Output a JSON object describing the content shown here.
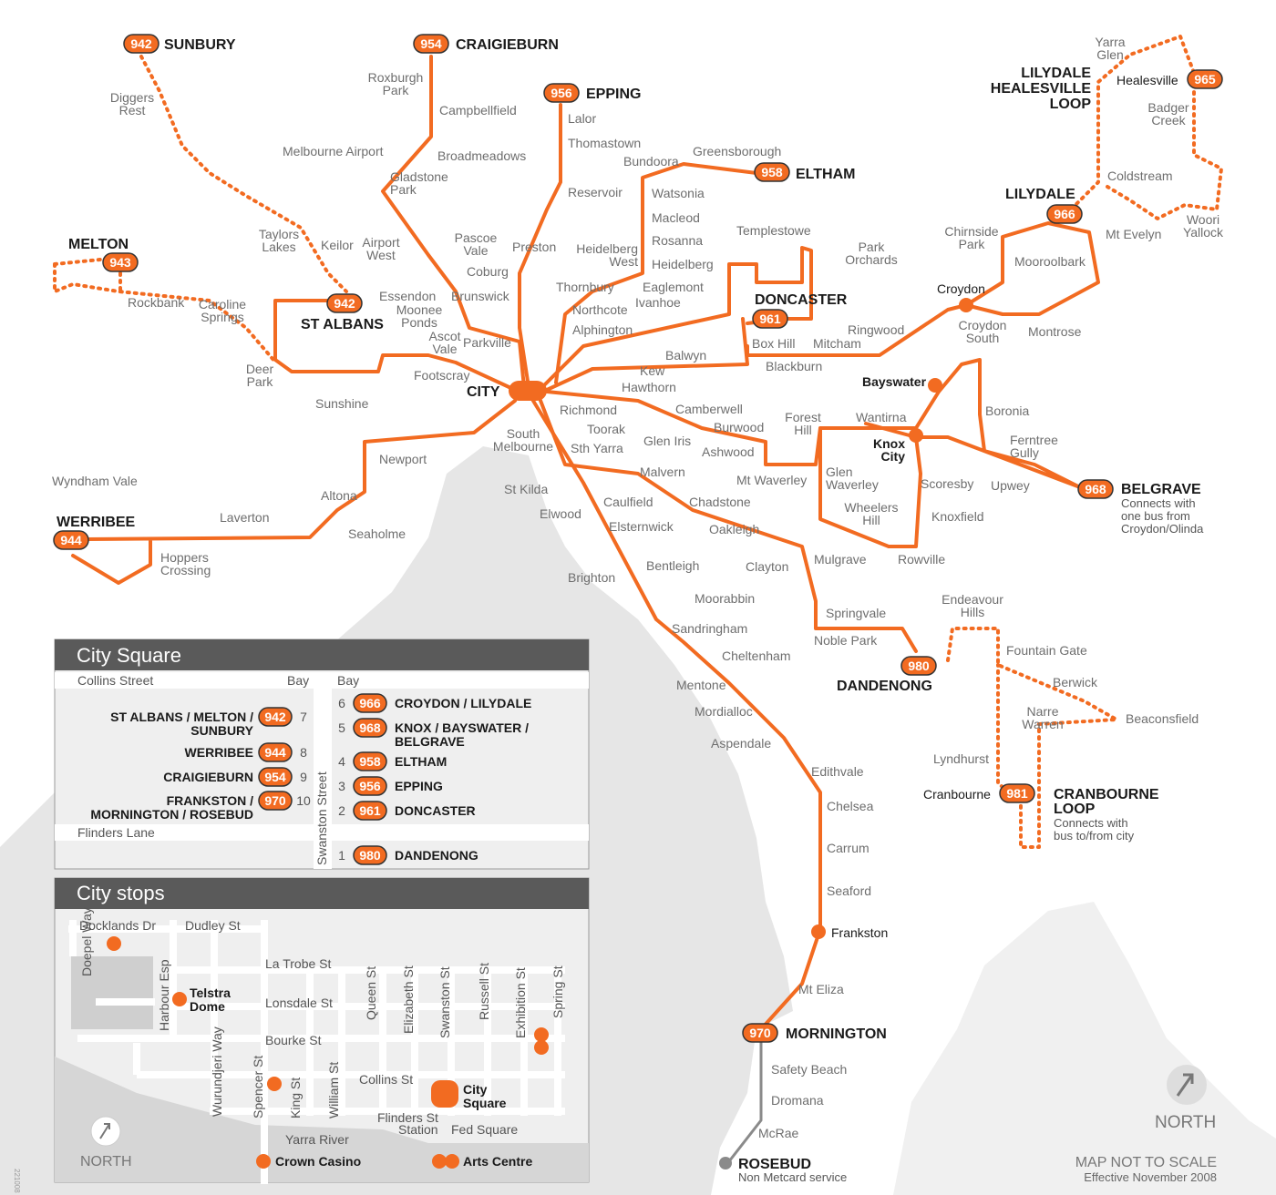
{
  "colors": {
    "route": "#f26b21",
    "water": "#e8e8e8",
    "panel_header": "#5a5a5a",
    "text": "#1a1a1a",
    "muted": "#6e6e6e",
    "grey_route": "#7a7a7a"
  },
  "city_label": "CITY",
  "routes": [
    {
      "id": "942",
      "number": "942",
      "name": "SUNBURY"
    },
    {
      "id": "954",
      "number": "954",
      "name": "CRAIGIEBURN"
    },
    {
      "id": "956",
      "number": "956",
      "name": "EPPING"
    },
    {
      "id": "958",
      "number": "958",
      "name": "ELTHAM"
    },
    {
      "id": "961",
      "number": "961",
      "name": "DONCASTER"
    },
    {
      "id": "942b",
      "number": "942",
      "name": "ST ALBANS"
    },
    {
      "id": "943",
      "number": "943",
      "name": "MELTON"
    },
    {
      "id": "944",
      "number": "944",
      "name": "WERRIBEE"
    },
    {
      "id": "966",
      "number": "966",
      "name": "LILYDALE"
    },
    {
      "id": "965",
      "number": "965",
      "name": "Healesville"
    },
    {
      "id": "968",
      "number": "968",
      "name": "BELGRAVE"
    },
    {
      "id": "980",
      "number": "980",
      "name": "DANDENONG"
    },
    {
      "id": "981",
      "number": "981",
      "name": "Cranbourne"
    },
    {
      "id": "970",
      "number": "970",
      "name": "MORNINGTON"
    }
  ],
  "route_titles": {
    "lilydale_loop": [
      "LILYDALE",
      "HEALESVILLE",
      "LOOP"
    ],
    "cranbourne_loop": [
      "CRANBOURNE",
      "LOOP"
    ],
    "rosebud": "ROSEBUD"
  },
  "route_notes": {
    "belgrave": [
      "Connects with",
      "one bus from",
      "Croydon/Olinda"
    ],
    "cranbourne": [
      "Connects with",
      "bus to/from city"
    ],
    "rosebud": "Non Metcard service"
  },
  "places": [
    {
      "id": "diggers",
      "lines": [
        "Diggers",
        "Rest"
      ]
    },
    {
      "id": "roxburgh",
      "lines": [
        "Roxburgh",
        "Park"
      ]
    },
    {
      "id": "campbellfield",
      "lines": [
        "Campbellfield"
      ]
    },
    {
      "id": "lalor",
      "lines": [
        "Lalor"
      ]
    },
    {
      "id": "thomastown",
      "lines": [
        "Thomastown"
      ]
    },
    {
      "id": "greensborough",
      "lines": [
        "Greensborough"
      ]
    },
    {
      "id": "bundoora",
      "lines": [
        "Bundoora"
      ]
    },
    {
      "id": "melbairport",
      "lines": [
        "Melbourne Airport"
      ]
    },
    {
      "id": "broadmeadows",
      "lines": [
        "Broadmeadows"
      ]
    },
    {
      "id": "gladstone",
      "lines": [
        "Gladstone",
        "Park"
      ]
    },
    {
      "id": "reservoir",
      "lines": [
        "Reservoir"
      ]
    },
    {
      "id": "watsonia",
      "lines": [
        "Watsonia"
      ]
    },
    {
      "id": "macleod",
      "lines": [
        "Macleod"
      ]
    },
    {
      "id": "rosanna",
      "lines": [
        "Rosanna"
      ]
    },
    {
      "id": "heidelberg",
      "lines": [
        "Heidelberg"
      ]
    },
    {
      "id": "heidelbergwest",
      "lines": [
        "Heidelberg",
        "West"
      ]
    },
    {
      "id": "templestowe",
      "lines": [
        "Templestowe"
      ]
    },
    {
      "id": "parkorchards",
      "lines": [
        "Park",
        "Orchards"
      ]
    },
    {
      "id": "taylors",
      "lines": [
        "Taylors",
        "Lakes"
      ]
    },
    {
      "id": "keilor",
      "lines": [
        "Keilor"
      ]
    },
    {
      "id": "airportwest",
      "lines": [
        "Airport",
        "West"
      ]
    },
    {
      "id": "pascoe",
      "lines": [
        "Pascoe",
        "Vale"
      ]
    },
    {
      "id": "preston",
      "lines": [
        "Preston"
      ]
    },
    {
      "id": "coburg",
      "lines": [
        "Coburg"
      ]
    },
    {
      "id": "thornbury",
      "lines": [
        "Thornbury"
      ]
    },
    {
      "id": "eaglemont",
      "lines": [
        "Eaglemont"
      ]
    },
    {
      "id": "ivanhoe",
      "lines": [
        "Ivanhoe"
      ]
    },
    {
      "id": "northcote",
      "lines": [
        "Northcote"
      ]
    },
    {
      "id": "alphington",
      "lines": [
        "Alphington"
      ]
    },
    {
      "id": "rockbank",
      "lines": [
        "Rockbank"
      ]
    },
    {
      "id": "caroline",
      "lines": [
        "Caroline",
        "Springs"
      ]
    },
    {
      "id": "essendon",
      "lines": [
        "Essendon"
      ]
    },
    {
      "id": "moonee",
      "lines": [
        "Moonee",
        "Ponds"
      ]
    },
    {
      "id": "brunswick",
      "lines": [
        "Brunswick"
      ]
    },
    {
      "id": "ascot",
      "lines": [
        "Ascot",
        "Vale"
      ]
    },
    {
      "id": "parkville",
      "lines": [
        "Parkville"
      ]
    },
    {
      "id": "deerpark",
      "lines": [
        "Deer",
        "Park"
      ]
    },
    {
      "id": "footscray",
      "lines": [
        "Footscray"
      ]
    },
    {
      "id": "sunshine",
      "lines": [
        "Sunshine"
      ]
    },
    {
      "id": "boxhill",
      "lines": [
        "Box Hill"
      ]
    },
    {
      "id": "mitcham",
      "lines": [
        "Mitcham"
      ]
    },
    {
      "id": "ringwood",
      "lines": [
        "Ringwood"
      ]
    },
    {
      "id": "blackburn",
      "lines": [
        "Blackburn"
      ]
    },
    {
      "id": "balwyn",
      "lines": [
        "Balwyn"
      ]
    },
    {
      "id": "kew",
      "lines": [
        "Kew"
      ]
    },
    {
      "id": "hawthorn",
      "lines": [
        "Hawthorn"
      ]
    },
    {
      "id": "richmond",
      "lines": [
        "Richmond"
      ]
    },
    {
      "id": "toorak",
      "lines": [
        "Toorak"
      ]
    },
    {
      "id": "sthyarra",
      "lines": [
        "Sth Yarra"
      ]
    },
    {
      "id": "southmelb",
      "lines": [
        "South",
        "Melbourne"
      ]
    },
    {
      "id": "camberwell",
      "lines": [
        "Camberwell"
      ]
    },
    {
      "id": "burwood",
      "lines": [
        "Burwood"
      ]
    },
    {
      "id": "ashwood",
      "lines": [
        "Ashwood"
      ]
    },
    {
      "id": "gleniris",
      "lines": [
        "Glen Iris"
      ]
    },
    {
      "id": "forest",
      "lines": [
        "Forest",
        "Hill"
      ]
    },
    {
      "id": "wantirna",
      "lines": [
        "Wantirna"
      ]
    },
    {
      "id": "mtwaverley",
      "lines": [
        "Mt Waverley"
      ]
    },
    {
      "id": "glenwaverley",
      "lines": [
        "Glen",
        "Waverley"
      ]
    },
    {
      "id": "newport",
      "lines": [
        "Newport"
      ]
    },
    {
      "id": "malvern",
      "lines": [
        "Malvern"
      ]
    },
    {
      "id": "stkilda",
      "lines": [
        "St Kilda"
      ]
    },
    {
      "id": "elwood",
      "lines": [
        "Elwood"
      ]
    },
    {
      "id": "caulfield",
      "lines": [
        "Caulfield"
      ]
    },
    {
      "id": "chadstone",
      "lines": [
        "Chadstone"
      ]
    },
    {
      "id": "elsternwick",
      "lines": [
        "Elsternwick"
      ]
    },
    {
      "id": "oakleigh",
      "lines": [
        "Oakleigh"
      ]
    },
    {
      "id": "wheelers",
      "lines": [
        "Wheelers",
        "Hill"
      ]
    },
    {
      "id": "wyndham",
      "lines": [
        "Wyndham Vale"
      ]
    },
    {
      "id": "altona",
      "lines": [
        "Altona"
      ]
    },
    {
      "id": "laverton",
      "lines": [
        "Laverton"
      ]
    },
    {
      "id": "seaholme",
      "lines": [
        "Seaholme"
      ]
    },
    {
      "id": "hoppers",
      "lines": [
        "Hoppers",
        "Crossing"
      ]
    },
    {
      "id": "brighton",
      "lines": [
        "Brighton"
      ]
    },
    {
      "id": "bentleigh",
      "lines": [
        "Bentleigh"
      ]
    },
    {
      "id": "clayton",
      "lines": [
        "Clayton"
      ]
    },
    {
      "id": "mulgrave",
      "lines": [
        "Mulgrave"
      ]
    },
    {
      "id": "rowville",
      "lines": [
        "Rowville"
      ]
    },
    {
      "id": "moorabbin",
      "lines": [
        "Moorabbin"
      ]
    },
    {
      "id": "springvale",
      "lines": [
        "Springvale"
      ]
    },
    {
      "id": "sandringham",
      "lines": [
        "Sandringham"
      ]
    },
    {
      "id": "noblepark",
      "lines": [
        "Noble Park"
      ]
    },
    {
      "id": "cheltenham",
      "lines": [
        "Cheltenham"
      ]
    },
    {
      "id": "mentone",
      "lines": [
        "Mentone"
      ]
    },
    {
      "id": "mordialloc",
      "lines": [
        "Mordialloc"
      ]
    },
    {
      "id": "aspendale",
      "lines": [
        "Aspendale"
      ]
    },
    {
      "id": "edithvale",
      "lines": [
        "Edithvale"
      ]
    },
    {
      "id": "chelsea",
      "lines": [
        "Chelsea"
      ]
    },
    {
      "id": "carrum",
      "lines": [
        "Carrum"
      ]
    },
    {
      "id": "seaford",
      "lines": [
        "Seaford"
      ]
    },
    {
      "id": "mteliza",
      "lines": [
        "Mt Eliza"
      ]
    },
    {
      "id": "safety",
      "lines": [
        "Safety Beach"
      ]
    },
    {
      "id": "dromana",
      "lines": [
        "Dromana"
      ]
    },
    {
      "id": "mcrae",
      "lines": [
        "McRae"
      ]
    },
    {
      "id": "yarraglen",
      "lines": [
        "Yarra",
        "Glen"
      ]
    },
    {
      "id": "badger",
      "lines": [
        "Badger",
        "Creek"
      ]
    },
    {
      "id": "coldstream",
      "lines": [
        "Coldstream"
      ]
    },
    {
      "id": "woori",
      "lines": [
        "Woori",
        "Yallock"
      ]
    },
    {
      "id": "chirnside",
      "lines": [
        "Chirnside",
        "Park"
      ]
    },
    {
      "id": "mtevelyn",
      "lines": [
        "Mt Evelyn"
      ]
    },
    {
      "id": "mooroolbark",
      "lines": [
        "Mooroolbark"
      ]
    },
    {
      "id": "croydonsouth",
      "lines": [
        "Croydon",
        "South"
      ]
    },
    {
      "id": "montrose",
      "lines": [
        "Montrose"
      ]
    },
    {
      "id": "boronia",
      "lines": [
        "Boronia"
      ]
    },
    {
      "id": "ferntree",
      "lines": [
        "Ferntree",
        "Gully"
      ]
    },
    {
      "id": "scoresby",
      "lines": [
        "Scoresby"
      ]
    },
    {
      "id": "upwey",
      "lines": [
        "Upwey"
      ]
    },
    {
      "id": "knoxfield",
      "lines": [
        "Knoxfield"
      ]
    },
    {
      "id": "endeavour",
      "lines": [
        "Endeavour",
        "Hills"
      ]
    },
    {
      "id": "fountaingate",
      "lines": [
        "Fountain Gate"
      ]
    },
    {
      "id": "berwick",
      "lines": [
        "Berwick"
      ]
    },
    {
      "id": "narre",
      "lines": [
        "Narre",
        "Warren"
      ]
    },
    {
      "id": "beaconsfield",
      "lines": [
        "Beaconsfield"
      ]
    },
    {
      "id": "lyndhurst",
      "lines": [
        "Lyndhurst"
      ]
    }
  ],
  "hubs": [
    {
      "id": "croydon",
      "label": "Croydon"
    },
    {
      "id": "bayswater",
      "label": "Bayswater"
    },
    {
      "id": "knox",
      "lines": [
        "Knox",
        "City"
      ]
    },
    {
      "id": "frankston",
      "label": "Frankston"
    }
  ],
  "city_square": {
    "title": "City Square",
    "collins_label": "Collins Street",
    "flinders_label": "Flinders Lane",
    "swanston_label": "Swanston Street",
    "bay_header": "Bay",
    "left": [
      {
        "lines": [
          "ST ALBANS / MELTON /",
          "SUNBURY"
        ],
        "number": "942",
        "bay": "7"
      },
      {
        "lines": [
          "WERRIBEE"
        ],
        "number": "944",
        "bay": "8"
      },
      {
        "lines": [
          "CRAIGIEBURN"
        ],
        "number": "954",
        "bay": "9"
      },
      {
        "lines": [
          "FRANKSTON /",
          "MORNINGTON / ROSEBUD"
        ],
        "number": "970",
        "bay": "10"
      }
    ],
    "right": [
      {
        "bay": "6",
        "number": "966",
        "lines": [
          "CROYDON / LILYDALE"
        ]
      },
      {
        "bay": "5",
        "number": "968",
        "lines": [
          "KNOX / BAYSWATER /",
          "BELGRAVE"
        ]
      },
      {
        "bay": "4",
        "number": "958",
        "lines": [
          "ELTHAM"
        ]
      },
      {
        "bay": "3",
        "number": "956",
        "lines": [
          "EPPING"
        ]
      },
      {
        "bay": "2",
        "number": "961",
        "lines": [
          "DONCASTER"
        ]
      },
      {
        "bay": "1",
        "number": "980",
        "lines": [
          "DANDENONG"
        ]
      }
    ]
  },
  "city_stops": {
    "title": "City stops",
    "streets": [
      "Docklands Dr",
      "Dudley St",
      "Doepel Way",
      "La Trobe St",
      "Harbour Esp",
      "Lonsdale St",
      "Bourke St",
      "Wurundjeri Way",
      "Spencer St",
      "King St",
      "William St",
      "Collins St",
      "Queen St",
      "Elizabeth St",
      "Swanston St",
      "Russell St",
      "Exhibition St",
      "Spring St",
      "Flinders St",
      "Station",
      "Fed Square",
      "Yarra River"
    ],
    "stops": [
      "Telstra",
      "Dome",
      "City",
      "Square",
      "Crown Casino",
      "Arts Centre"
    ],
    "north": "NORTH"
  },
  "footer": {
    "north": "NORTH",
    "scale": "MAP NOT TO SCALE",
    "effective": "Effective November 2008",
    "code": "221008"
  }
}
